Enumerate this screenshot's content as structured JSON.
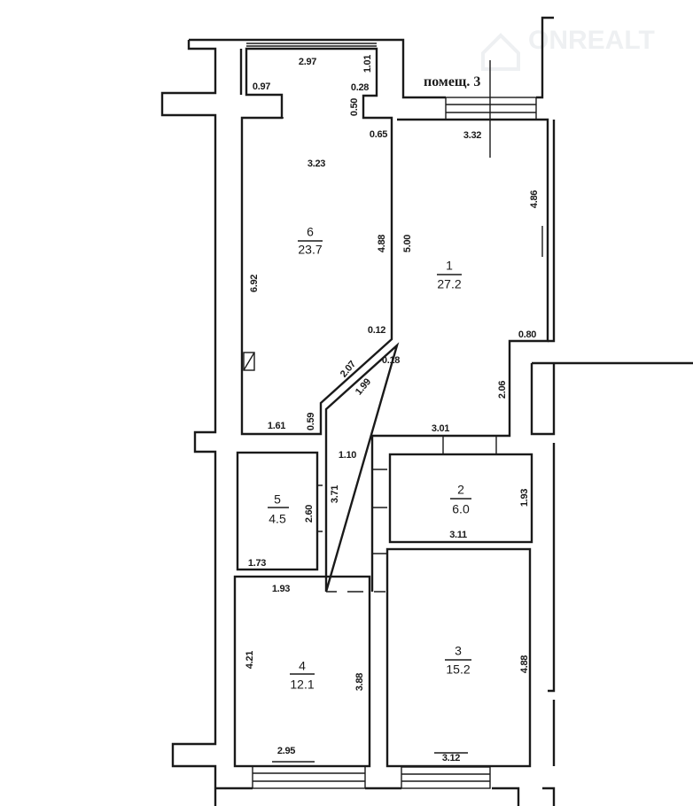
{
  "watermark": {
    "brand": "ONREALT"
  },
  "adjacent_label": "помещ. 3",
  "rooms": [
    {
      "number": "6",
      "area": "23.7"
    },
    {
      "number": "1",
      "area": "27.2"
    },
    {
      "number": "5",
      "area": "4.5"
    },
    {
      "number": "2",
      "area": "6.0"
    },
    {
      "number": "4",
      "area": "12.1"
    },
    {
      "number": "3",
      "area": "15.2"
    }
  ],
  "dimensions": [
    "2.97",
    "1.01",
    "0.97",
    "0.28",
    "0.50",
    "0.65",
    "3.32",
    "3.23",
    "4.86",
    "4.88",
    "5.00",
    "6.92",
    "0.80",
    "0.12",
    "0.18",
    "2.07",
    "1.99",
    "2.06",
    "1.61",
    "0.59",
    "3.01",
    "1.10",
    "3.71",
    "2.60",
    "1.93",
    "3.11",
    "1.73",
    "1.93",
    "4.21",
    "3.88",
    "4.88",
    "2.95",
    "3.12"
  ]
}
